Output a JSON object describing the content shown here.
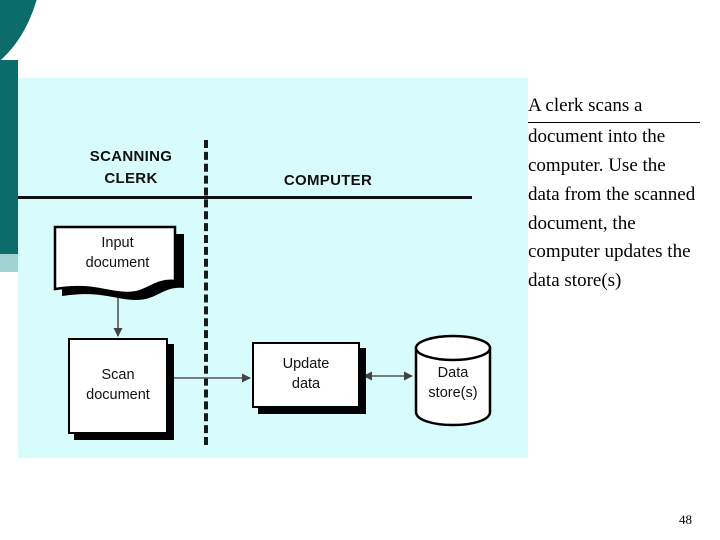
{
  "theme": {
    "accent_teal": "#0c6b6b",
    "accent_teal_light": "#9fd2d2",
    "panel_background": "#d8fbfb",
    "shape_fill": "#ffffff",
    "shape_stroke": "#000000",
    "arrow_color": "#555555"
  },
  "diagram": {
    "type": "swimlane-flowchart",
    "lanes": [
      {
        "id": "clerk",
        "label": "SCANNING\nCLERK"
      },
      {
        "id": "computer",
        "label": "COMPUTER"
      }
    ],
    "nodes": [
      {
        "id": "input-document",
        "shape": "document",
        "label": "Input\ndocument",
        "lane": "clerk"
      },
      {
        "id": "scan-document",
        "shape": "process",
        "label": "Scan\ndocument",
        "lane": "clerk"
      },
      {
        "id": "update-data",
        "shape": "process",
        "label": "Update\ndata",
        "lane": "computer"
      },
      {
        "id": "data-store",
        "shape": "cylinder",
        "label": "Data\nstore(s)",
        "lane": "computer"
      }
    ],
    "edges": [
      {
        "from": "input-document",
        "to": "scan-document",
        "direction": "one-way"
      },
      {
        "from": "scan-document",
        "to": "update-data",
        "direction": "one-way"
      },
      {
        "from": "update-data",
        "to": "data-store",
        "direction": "two-way"
      }
    ]
  },
  "body_text": {
    "first_line": "A clerk scans a",
    "rest": "document into the computer. Use the data from the scanned document, the computer updates the data store(s)"
  },
  "footer": {
    "page_number": "48"
  }
}
